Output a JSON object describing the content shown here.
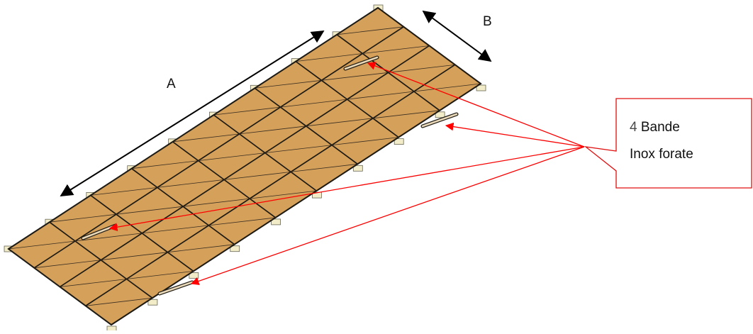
{
  "labels": {
    "dimension_a": "A",
    "dimension_b": "B",
    "callout_number": "4",
    "callout_line1_rest": " Bande",
    "callout_line2": "Inox forate"
  },
  "colors": {
    "panel_fill": "#d4a05a",
    "panel_edge": "#1e1a14",
    "panel_diagonal": "#3a2e22",
    "support_fill": "#f2ecc8",
    "support_edge": "#666655",
    "dimension_line": "#000000",
    "callout_border": "#e01010",
    "callout_arrow": "#ff0000",
    "strip_fill": "#e9d9b8"
  },
  "icons": {
    "arrowhead_black": "dimension-arrowhead",
    "arrowhead_red": "callout-arrowhead"
  }
}
